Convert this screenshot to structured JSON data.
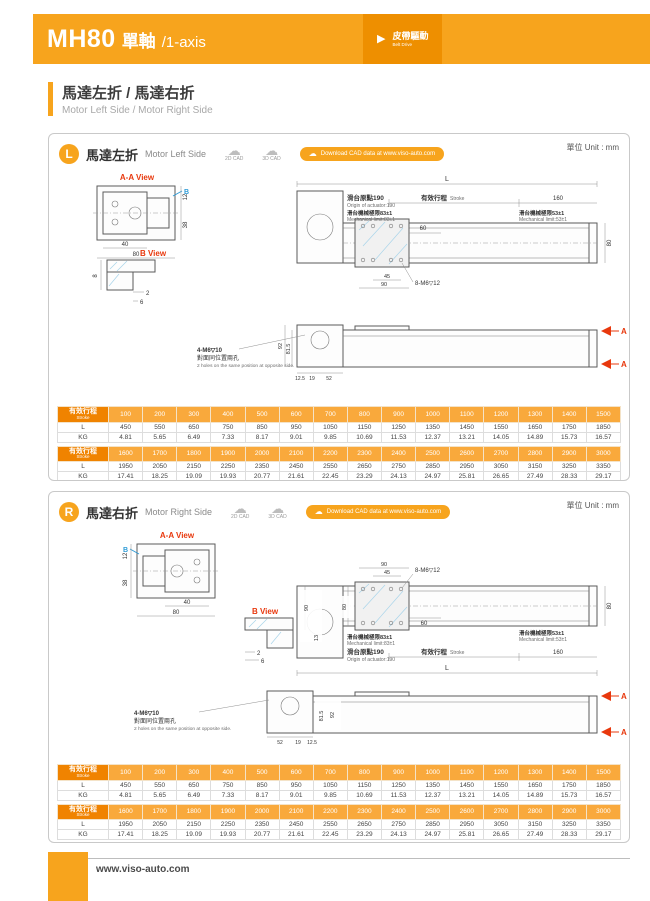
{
  "header": {
    "model": "MH80",
    "type_cn": "單軸",
    "type_en": "/1-axis",
    "drive_cn": "皮帶驅動",
    "drive_en": "Belt Drive"
  },
  "section": {
    "title": "馬達左折 / 馬達右折",
    "subtitle": "Motor Left Side / Motor Right Side"
  },
  "common": {
    "unit": "單位 Unit : mm",
    "cad2d": "2D CAD",
    "cad3d": "3D CAD",
    "download": "Download CAD data at www.viso-auto.com"
  },
  "panel_left": {
    "badge": "L",
    "title_cn": "馬達左折",
    "title_en": "Motor Left Side"
  },
  "panel_right": {
    "badge": "R",
    "title_cn": "馬達右折",
    "title_en": "Motor Right Side"
  },
  "drawing": {
    "view_aa": "A-A View",
    "view_b": "B View",
    "marker_b": "B",
    "marker_a": "A",
    "d40": "40",
    "d80": "80",
    "d12": "12",
    "d38": "38",
    "d2": "2",
    "d6": "6",
    "d8": "8",
    "d60": "60",
    "d45": "45",
    "d90": "90",
    "d13": "13",
    "d92": "92",
    "d815": "81.5",
    "d125": "12.5",
    "d19": "19",
    "d52": "52",
    "d160": "160",
    "dL": "L",
    "origin_cn": "滑台原點190",
    "origin_en": "Origin of actuator:190",
    "stroke_cn": "有效行程",
    "stroke_en": "Stroke",
    "mech83_cn": "滑台機械極限83±1",
    "mech83_en": "Mechanical limit:83±1",
    "mech53_cn": "滑台機械極限53±1",
    "mech53_en": "Mechanical limit:53±1",
    "holes8": "8-M6▽12",
    "holes4": "4-M6▽10",
    "holes4_cn": "對面同位置兩孔",
    "holes4_en": "2 holes on the same position at opposite side."
  },
  "tables": [
    {
      "header_cn": "有效行程",
      "header_en": "Stroke",
      "columns": [
        "100",
        "200",
        "300",
        "400",
        "500",
        "600",
        "700",
        "800",
        "900",
        "1000",
        "1100",
        "1200",
        "1300",
        "1400",
        "1500"
      ],
      "rows": [
        {
          "label": "L",
          "values": [
            "450",
            "550",
            "650",
            "750",
            "850",
            "950",
            "1050",
            "1150",
            "1250",
            "1350",
            "1450",
            "1550",
            "1650",
            "1750",
            "1850"
          ]
        },
        {
          "label": "KG",
          "values": [
            "4.81",
            "5.65",
            "6.49",
            "7.33",
            "8.17",
            "9.01",
            "9.85",
            "10.69",
            "11.53",
            "12.37",
            "13.21",
            "14.05",
            "14.89",
            "15.73",
            "16.57"
          ]
        }
      ]
    },
    {
      "header_cn": "有效行程",
      "header_en": "Stroke",
      "columns": [
        "1600",
        "1700",
        "1800",
        "1900",
        "2000",
        "2100",
        "2200",
        "2300",
        "2400",
        "2500",
        "2600",
        "2700",
        "2800",
        "2900",
        "3000"
      ],
      "rows": [
        {
          "label": "L",
          "values": [
            "1950",
            "2050",
            "2150",
            "2250",
            "2350",
            "2450",
            "2550",
            "2650",
            "2750",
            "2850",
            "2950",
            "3050",
            "3150",
            "3250",
            "3350"
          ]
        },
        {
          "label": "KG",
          "values": [
            "17.41",
            "18.25",
            "19.09",
            "19.93",
            "20.77",
            "21.61",
            "22.45",
            "23.29",
            "24.13",
            "24.97",
            "25.81",
            "26.65",
            "27.49",
            "28.33",
            "29.17"
          ]
        }
      ]
    }
  ],
  "footer": {
    "url": "www.viso-auto.com"
  },
  "colors": {
    "orange": "#F7A41D",
    "orange_dark": "#EE8F00",
    "red": "#E8380D",
    "blue": "#2E9BD6"
  }
}
